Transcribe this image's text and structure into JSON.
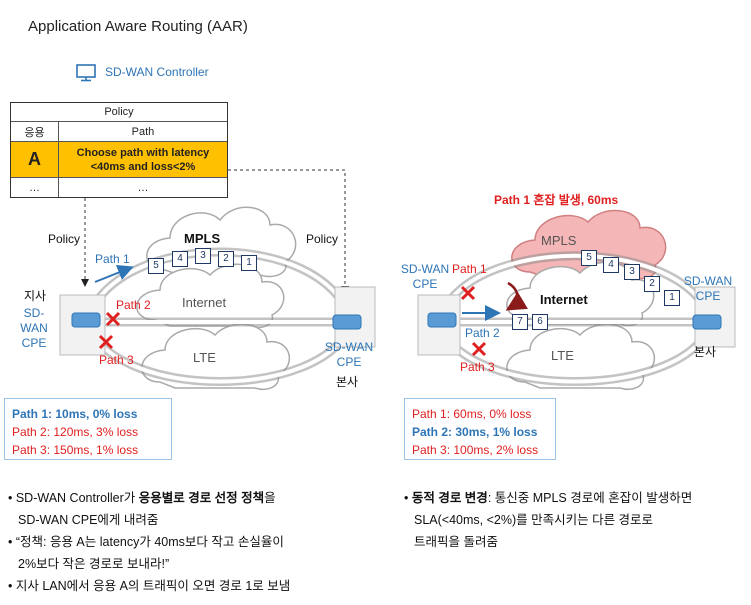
{
  "title": "Application Aware Routing (AAR)",
  "controller": {
    "label": "SD-WAN Controller",
    "icon": "monitor-icon"
  },
  "policy_table": {
    "caption": "Policy",
    "headers": [
      "응용",
      "Path"
    ],
    "rows": [
      {
        "app": "A",
        "path_line1": "Choose path with latency",
        "path_line2": "<40ms and loss<2%"
      },
      {
        "app": "…",
        "path": "…"
      }
    ]
  },
  "left_diagram": {
    "policy_label_left": "Policy",
    "policy_label_right": "Policy",
    "branch_label": "지사",
    "branch_cpe_line1": "SD-WAN",
    "branch_cpe_line2": "CPE",
    "hq_cpe_line1": "SD-WAN",
    "hq_cpe_line2": "CPE",
    "hq_label": "본사",
    "cloud_mpls": "MPLS",
    "cloud_internet": "Internet",
    "cloud_lte": "LTE",
    "path1": "Path 1",
    "path2": "Path 2",
    "path3": "Path 3",
    "packets": [
      "5",
      "4",
      "3",
      "2",
      "1"
    ],
    "stats": [
      "Path 1: 10ms, 0% loss",
      "Path 2: 120ms, 3% loss",
      "Path 3: 150ms, 1% loss"
    ]
  },
  "right_diagram": {
    "congestion_title": "Path 1 혼잡 발생, 60ms",
    "branch_cpe_line1": "SD-WAN",
    "branch_cpe_line2": "CPE",
    "hq_cpe_line1": "SD-WAN",
    "hq_cpe_line2": "CPE",
    "hq_label": "본사",
    "cloud_mpls": "MPLS",
    "cloud_internet": "Internet",
    "cloud_lte": "LTE",
    "path1": "Path 1",
    "path2": "Path 2",
    "path3": "Path 3",
    "mpls_packets": [
      "5",
      "4",
      "3",
      "2",
      "1"
    ],
    "internet_packets": [
      "7",
      "6"
    ],
    "stats": [
      "Path 1: 60ms, 0% loss",
      "Path 2: 30ms, 1% loss",
      "Path 3: 100ms, 2% loss"
    ]
  },
  "bullets_left": [
    {
      "prefix": "• SD-WAN Controller가 ",
      "bold": "응용별로 경로 선정 정책",
      "suffix": "을"
    },
    {
      "text": "SD-WAN CPE에게 내려줌"
    },
    {
      "text": "• “정책: 응용 A는 latency가 40ms보다 작고 손실율이"
    },
    {
      "text": "2%보다 작은 경로로 보내라!”"
    },
    {
      "text": "• 지사 LAN에서 응용 A의 트래픽이 오면 경로 1로 보냄"
    }
  ],
  "bullets_right": [
    {
      "prefix": "• ",
      "bold": "동적 경로 변경",
      "suffix": ": 통신중 MPLS 경로에 혼잡이 발생하면"
    },
    {
      "text": "SLA(<40ms, <2%)를 만족시키는 다른 경로로"
    },
    {
      "text": "트래픽을 돌려줌"
    }
  ],
  "colors": {
    "blue": "#2E75B6",
    "red": "#E02020",
    "highlight": "#FFC000",
    "mpls_congested": "#F4B6B6"
  }
}
